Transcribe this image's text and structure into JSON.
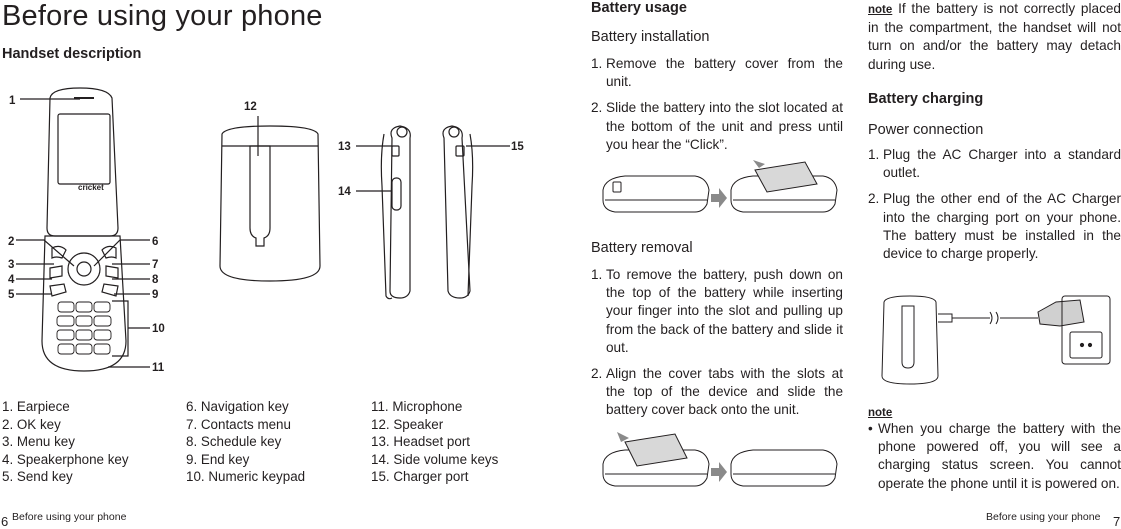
{
  "left_page": {
    "title": "Before using your phone",
    "section": "Handset description",
    "callouts": [
      "1",
      "2",
      "3",
      "4",
      "5",
      "6",
      "7",
      "8",
      "9",
      "10",
      "11",
      "12",
      "13",
      "14",
      "15"
    ],
    "phone_brand": "cricket",
    "legend": [
      [
        "1.  Earpiece",
        "2. OK key",
        "3. Menu key",
        "4. Speakerphone key",
        "5. Send key"
      ],
      [
        "6. Navigation key",
        "7. Contacts menu",
        "8. Schedule key",
        "9. End key",
        "10. Numeric keypad"
      ],
      [
        "11.  Microphone",
        "12. Speaker",
        "13. Headset port",
        "14. Side volume keys",
        "15. Charger port"
      ]
    ],
    "footer_number": "6",
    "footer_text": "Before using your phone"
  },
  "right_page": {
    "battery_usage": "Battery usage",
    "battery_installation": "Battery installation",
    "install_steps": [
      {
        "n": "1.",
        "text": "Remove the battery cover from the unit."
      },
      {
        "n": "2.",
        "text": "Slide the battery into the slot located at the bottom of the unit and press until you hear the “Click”."
      }
    ],
    "battery_removal": "Battery removal",
    "removal_steps": [
      {
        "n": "1.",
        "text": "To remove the battery, push down on the top of the battery while inserting your finger into the slot and pulling up from the back of the battery and slide it out."
      },
      {
        "n": "2.",
        "text": "Align the cover tabs with the slots at the top of the device and slide the battery cover back onto the unit."
      }
    ],
    "note_label": "note",
    "note_text": "If the battery is not correctly placed in the compartment, the handset will not turn on and/or the battery may detach during use.",
    "battery_charging": "Battery charging",
    "power_connection": "Power connection",
    "power_steps": [
      {
        "n": "1.",
        "text": "Plug the AC Charger into a standard outlet."
      },
      {
        "n": "2.",
        "text": "Plug the other end of the AC Charger into the charging port on your phone. The battery must be installed in the device to charge properly."
      }
    ],
    "note2_label": "note",
    "note2_bullet": "•",
    "note2_text": "When you charge the battery with the phone powered off, you will see a charging status screen. You cannot operate the phone until it is powered on.",
    "footer_text": "Before using your phone",
    "footer_number": "7"
  }
}
